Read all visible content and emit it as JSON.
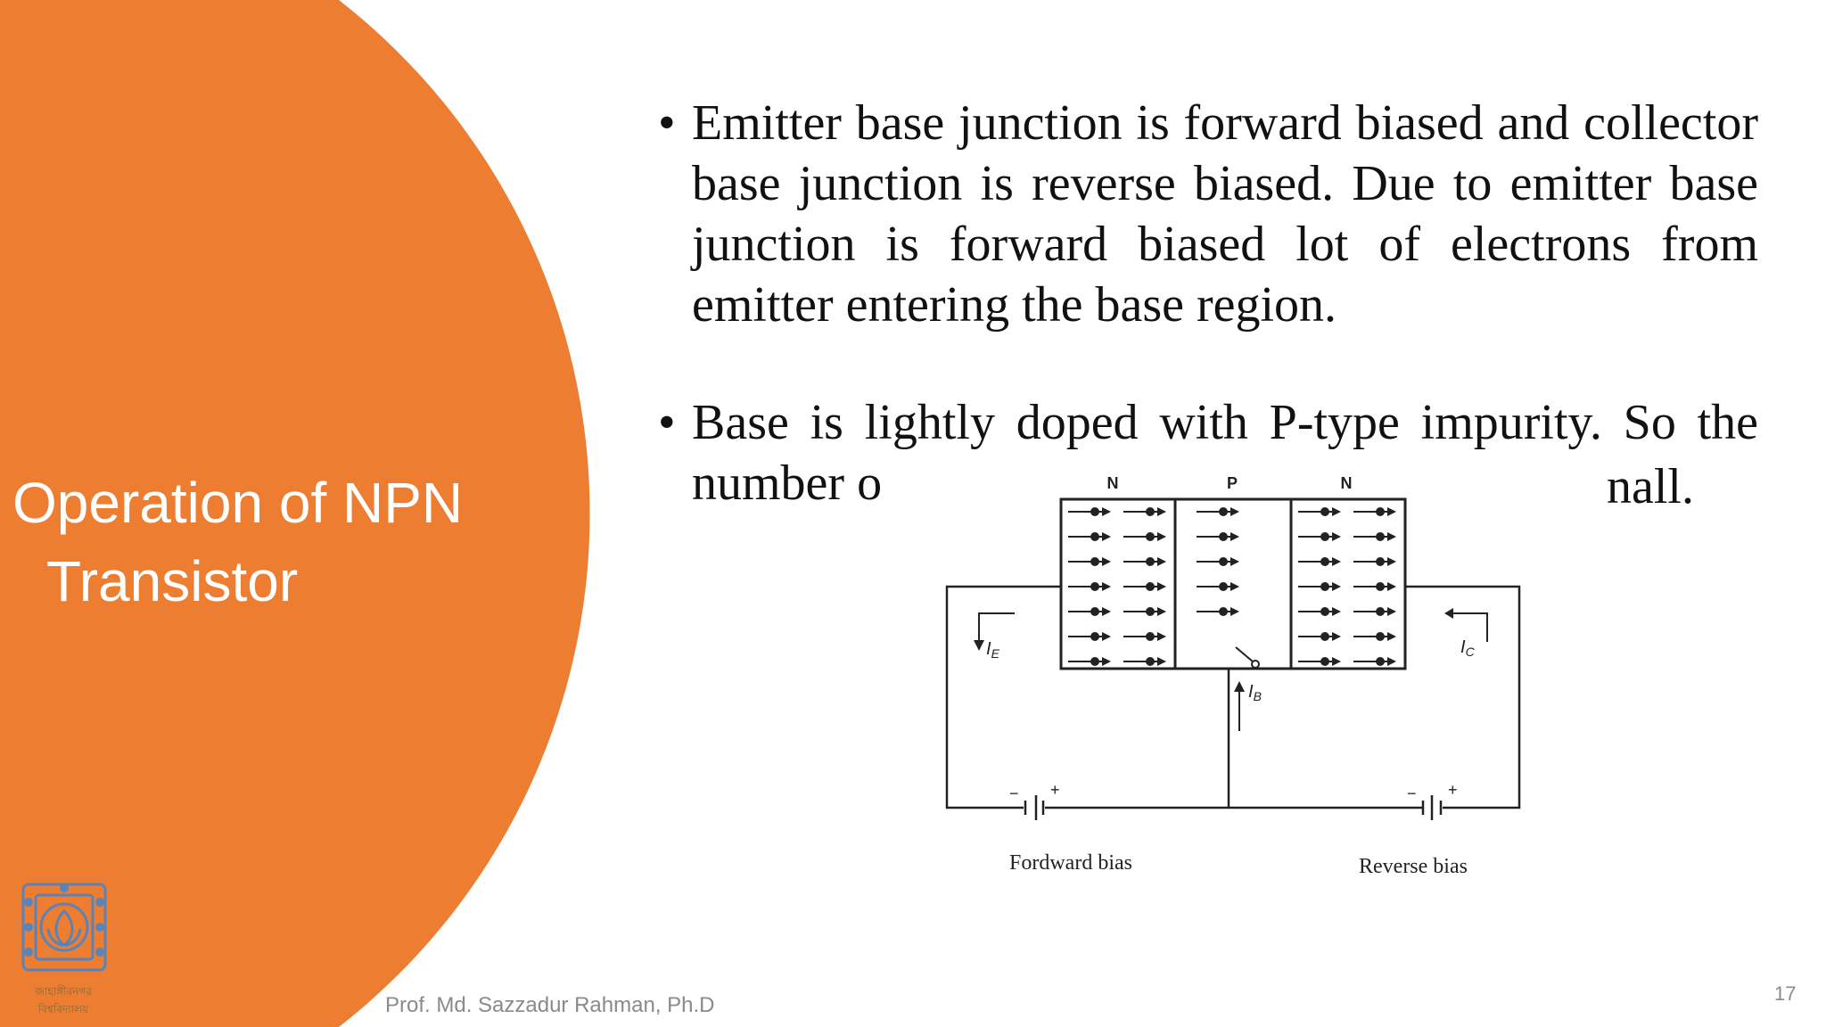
{
  "slide": {
    "title_line1": "Operation of NPN",
    "title_line2": "Transistor",
    "bullets": [
      "Emitter base junction is forward biased and collector base junction is reverse biased. Due to emitter base junction is forward biased lot of electrons from emitter entering the base region.",
      "Base is lightly doped with P-type impurity. So the number o"
    ],
    "bullet_tail": "nall.",
    "bullet_symbol": "•",
    "footer_author": "Prof. Md. Sazzadur Rahman, Ph.D",
    "page_number": "17",
    "logo_caption": "জাহাঙ্গীরনগর বিশ্ববিদ্যালয়"
  },
  "diagram": {
    "region_labels": [
      "N",
      "P",
      "N"
    ],
    "current_labels": [
      "I",
      "E",
      "I",
      "B",
      "I",
      "C"
    ],
    "battery_labels": [
      "−",
      "+",
      "−",
      "+"
    ],
    "bias_labels": [
      "Fordward bias",
      "Reverse bias"
    ]
  },
  "colors": {
    "accent_orange": "#ED7D31",
    "title_text": "#ffffff",
    "body_text": "#111111",
    "footer_text": "#8a8a8a",
    "logo_blue": "#5a84b8"
  },
  "icons": {
    "logo": "university-emblem-icon"
  }
}
